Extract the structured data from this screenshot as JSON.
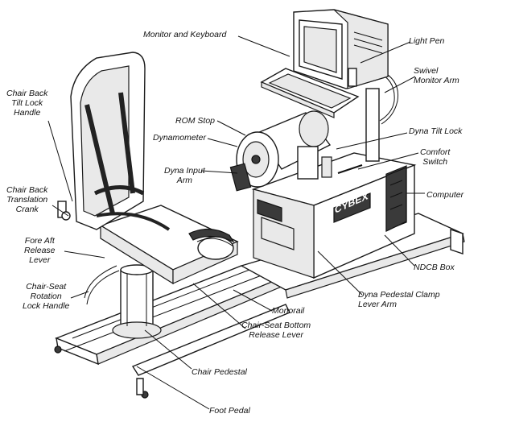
{
  "labels": {
    "monitor_keyboard": "Monitor and Keyboard",
    "light_pen": "Light Pen",
    "swivel_monitor_arm": "Swivel\nMonitor Arm",
    "chair_back_tilt": "Chair Back\nTilt Lock\nHandle",
    "rom_stop": "ROM Stop",
    "dynamometer": "Dynamometer",
    "dyna_tilt_lock": "Dyna Tilt Lock",
    "comfort_switch": "Comfort\nSwitch",
    "dyna_input_arm": "Dyna Input\nArm",
    "chair_back_translation": "Chair Back\nTranslation\nCrank",
    "computer": "Computer",
    "fore_aft": "Fore Aft\nRelease\nLever",
    "ndcb_box": "NDCB Box",
    "chair_seat_rotation": "Chair-Seat\nRotation\nLock Handle",
    "dyna_pedestal": "Dyna Pedestal Clamp\nLever Arm",
    "monorail": "Monorail",
    "chair_seat_bottom": "Chair-Seat Bottom\nRelease Lever",
    "chair_pedestal": "Chair Pedestal",
    "foot_pedal": "Foot Pedal"
  },
  "brand": "CYBEX"
}
